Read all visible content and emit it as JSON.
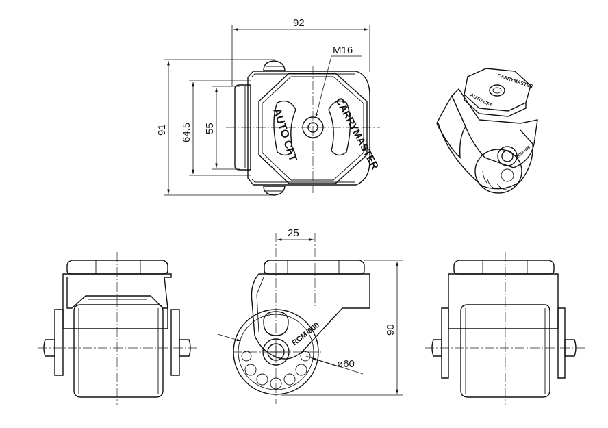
{
  "dimensions": {
    "plate_width": "92",
    "thread": "M16",
    "overall_length": "91",
    "mount_length": "64.5",
    "inner_length": "55",
    "offset": "25",
    "height": "90",
    "wheel_diameter": "ø60"
  },
  "markings": {
    "left_label": "AUTO CFT",
    "right_label": "CARRYMASTER",
    "model": "RCM-600",
    "iso_top": "CARRYMASTER",
    "iso_side": "AUTO CFT",
    "iso_model": "RCM-600"
  }
}
